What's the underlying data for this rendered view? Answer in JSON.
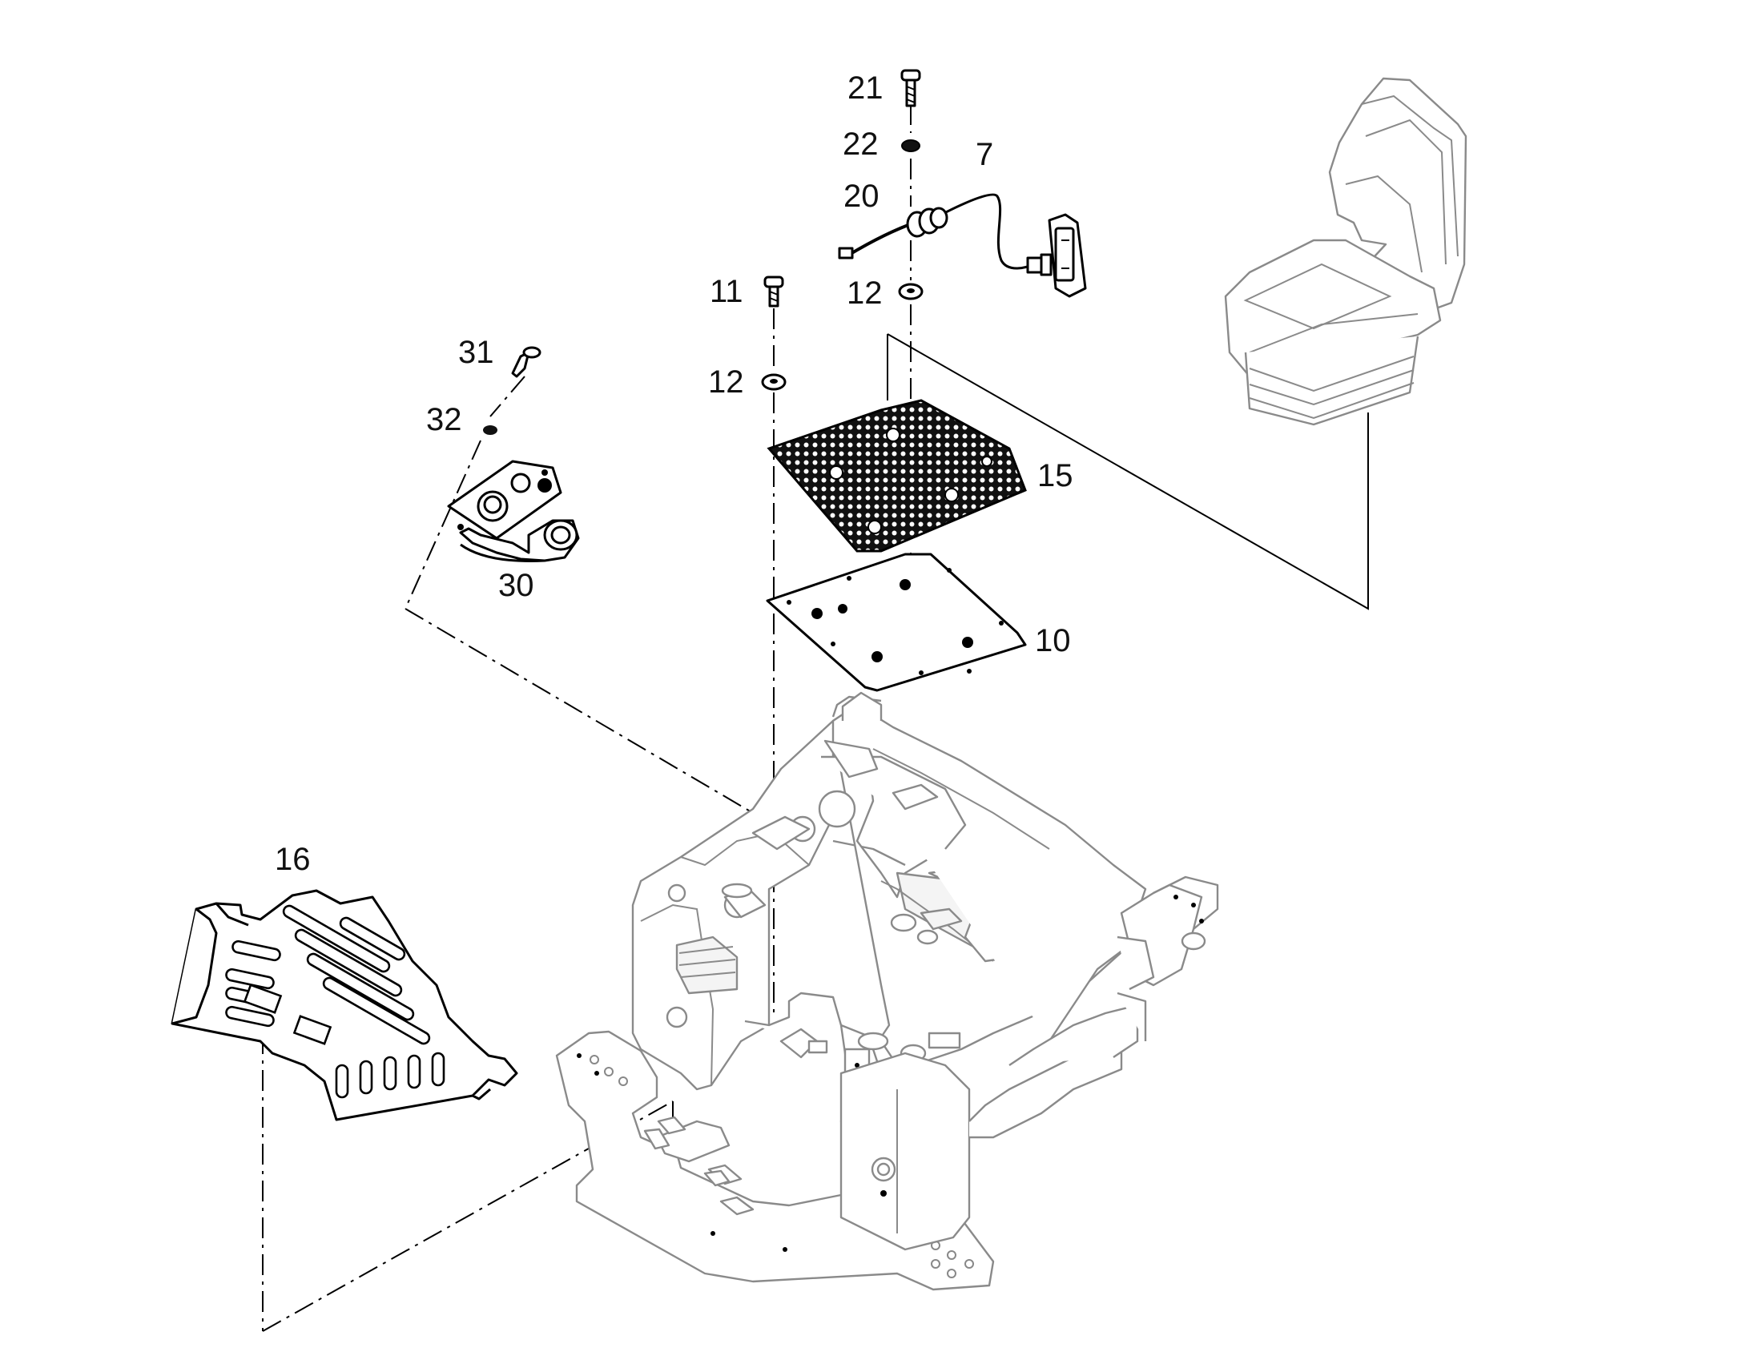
{
  "diagram": {
    "callouts": {
      "c21": "21",
      "c22": "22",
      "c7": "7",
      "c20": "20",
      "c11": "11",
      "c12a": "12",
      "c12b": "12",
      "c31": "31",
      "c32": "32",
      "c15": "15",
      "c30": "30",
      "c10": "10",
      "c16": "16"
    }
  }
}
